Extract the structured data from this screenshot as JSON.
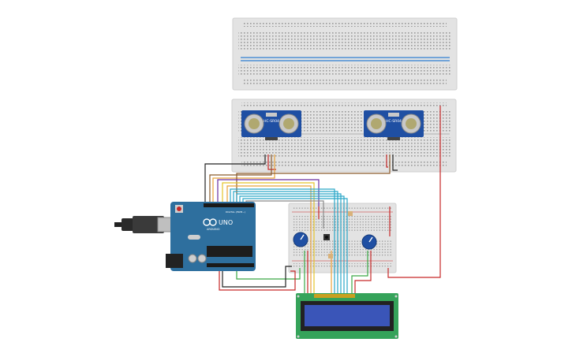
{
  "arduino": {
    "brand": "UNO",
    "maker": "ARDUINO",
    "digital_label": "DIGITAL (PWM~)"
  },
  "sensors": [
    {
      "model": "HC-SR04"
    },
    {
      "model": "HC-SR04"
    }
  ],
  "colors": {
    "breadboard": "#e3e3e3",
    "arduino_board": "#2e6f9e",
    "lcd_pcb": "#35a35a",
    "lcd_screen": "#3a55b8",
    "sensor_board": "#1f4fa3",
    "wire_red": "#c62828",
    "wire_black": "#222222",
    "wire_green": "#3aa845",
    "wire_orange": "#e8a23a",
    "wire_yellow": "#e4c42a",
    "wire_cyan": "#2aa6c8",
    "wire_purple": "#6a2ea0",
    "wire_brown": "#8a5a2b",
    "wire_gray": "#8a8a8a"
  },
  "icons": [
    "usb-plug-icon",
    "potentiometer-icon",
    "pushbutton-icon",
    "resistor-icon",
    "reset-button-icon",
    "arduino-logo-icon"
  ]
}
